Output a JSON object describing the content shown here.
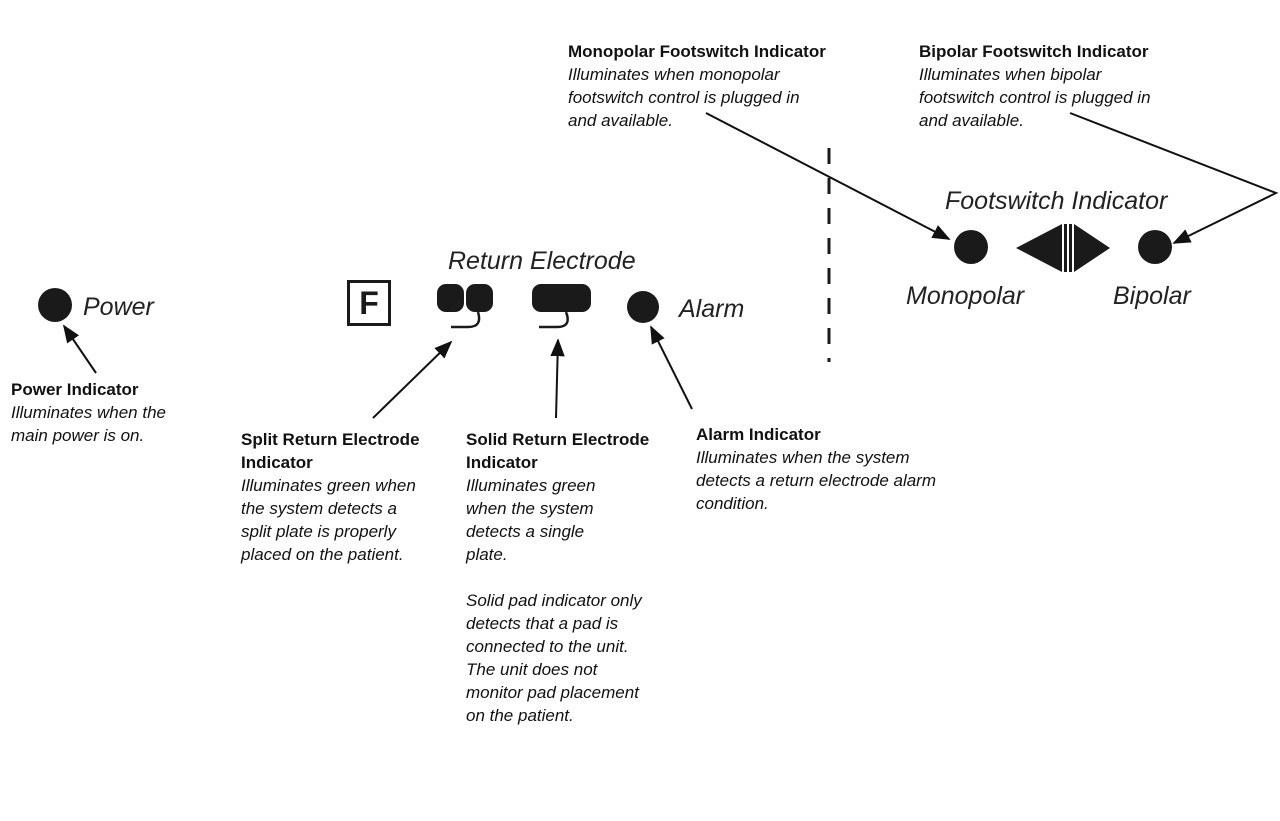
{
  "panel": {
    "power_label": "Power",
    "return_electrode_label": "Return Electrode",
    "alarm_label": "Alarm",
    "f_key_label": "F",
    "footswitch_label": "Footswitch Indicator",
    "monopolar_label": "Monopolar",
    "bipolar_label": "Bipolar"
  },
  "callouts": {
    "power": {
      "title": "Power Indicator",
      "desc": "Illuminates when the main power is on."
    },
    "split": {
      "title": "Split Return Electrode Indicator",
      "desc": "Illuminates green when the system detects a split plate is properly placed on the patient."
    },
    "solid": {
      "title": "Solid Return Electrode Indicator",
      "desc": "Illuminates green when the system detects a single plate.",
      "note": "Solid pad indicator only detects that a pad is connected to the unit. The unit does not monitor pad placement on the patient."
    },
    "alarm": {
      "title": "Alarm Indicator",
      "desc": "Illuminates when the system detects a return electrode alarm condition."
    },
    "monopolar": {
      "title": "Monopolar Footswitch Indicator",
      "desc": "Illuminates when monopolar footswitch control is plugged in and available."
    },
    "bipolar": {
      "title": "Bipolar Footswitch Indicator",
      "desc": "Illuminates when bipolar footswitch control is plugged in and available."
    }
  },
  "colors": {
    "indicator": "#1a1a1a",
    "line": "#111111",
    "background": "#ffffff"
  }
}
